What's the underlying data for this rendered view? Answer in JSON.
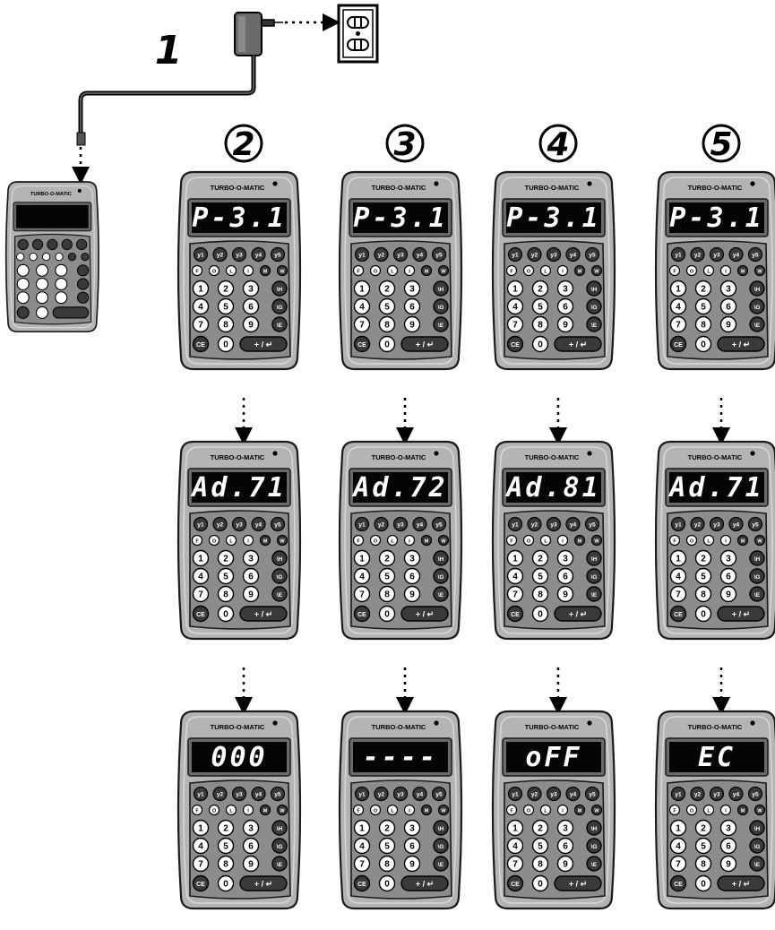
{
  "steps": [
    "1",
    "2",
    "3",
    "4",
    "5"
  ],
  "brand": "TURBO-O-MATIC",
  "icons": {
    "adapter": "power-adapter-icon",
    "outlet": "wall-outlet-icon",
    "arrow": "dotted-arrow-icon"
  },
  "colors": {
    "body": "#b4b4b4",
    "body_dark": "#8c8c8c",
    "outline": "#1a1a1a",
    "display": "#050505",
    "display_text": "#ffffff",
    "key": "#ffffff"
  },
  "keypad": {
    "row1": [
      "y1",
      "y2",
      "y3",
      "y4",
      "y5"
    ],
    "row2": [
      "F",
      "O",
      "L",
      "I",
      "M",
      "W"
    ],
    "digits": [
      [
        "1",
        "2",
        "3"
      ],
      [
        "4",
        "5",
        "6"
      ],
      [
        "7",
        "8",
        "9"
      ]
    ],
    "side": [
      "\\H",
      "\\G",
      "\\E"
    ],
    "bottom": [
      "CE",
      "0",
      "+ / ↵"
    ]
  },
  "columns": [
    {
      "step": "2",
      "displays": [
        "P-3.1",
        "Ad.71",
        "000"
      ]
    },
    {
      "step": "3",
      "displays": [
        "P-3.1",
        "Ad.72",
        "----"
      ]
    },
    {
      "step": "4",
      "displays": [
        "P-3.1",
        "Ad.81",
        "oFF"
      ]
    },
    {
      "step": "5",
      "displays": [
        "P-3.1",
        "Ad.71",
        "EC"
      ]
    }
  ]
}
